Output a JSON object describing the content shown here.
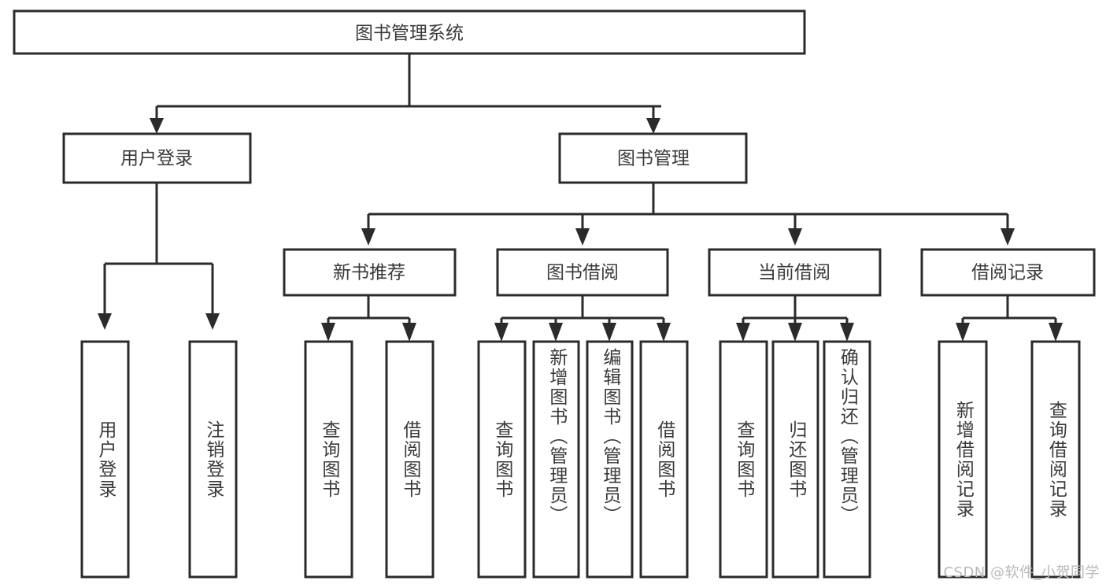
{
  "diagram": {
    "title": "图书管理系统",
    "type": "tree-hierarchy-diagram",
    "colors": {
      "box_stroke": "#2b2b2b",
      "box_fill": "#ffffff",
      "text": "#3a3a3a",
      "background": "#ffffff",
      "watermark": "#b9b9b9"
    },
    "root": {
      "label": "图书管理系统"
    },
    "level2": [
      {
        "label": "用户登录"
      },
      {
        "label": "图书管理"
      }
    ],
    "level3": [
      {
        "label": "新书推荐"
      },
      {
        "label": "图书借阅"
      },
      {
        "label": "当前借阅"
      },
      {
        "label": "借阅记录"
      }
    ],
    "leaves": {
      "user_login": [
        {
          "label": "用户登录"
        },
        {
          "label": "注销登录"
        }
      ],
      "new_book_recommend": [
        {
          "label": "查询图书"
        },
        {
          "label": "借阅图书"
        }
      ],
      "book_borrow": [
        {
          "label": "查询图书"
        },
        {
          "label": "新增图书（管理员）"
        },
        {
          "label": "编辑图书（管理员）"
        },
        {
          "label": "借阅图书"
        }
      ],
      "current_borrow": [
        {
          "label": "查询图书"
        },
        {
          "label": "归还图书"
        },
        {
          "label": "确认归还（管理员）"
        }
      ],
      "borrow_records": [
        {
          "label": "新增借阅记录"
        },
        {
          "label": "查询借阅记录"
        }
      ]
    }
  },
  "watermark": {
    "text": "CSDN @软件_小贺同学"
  }
}
